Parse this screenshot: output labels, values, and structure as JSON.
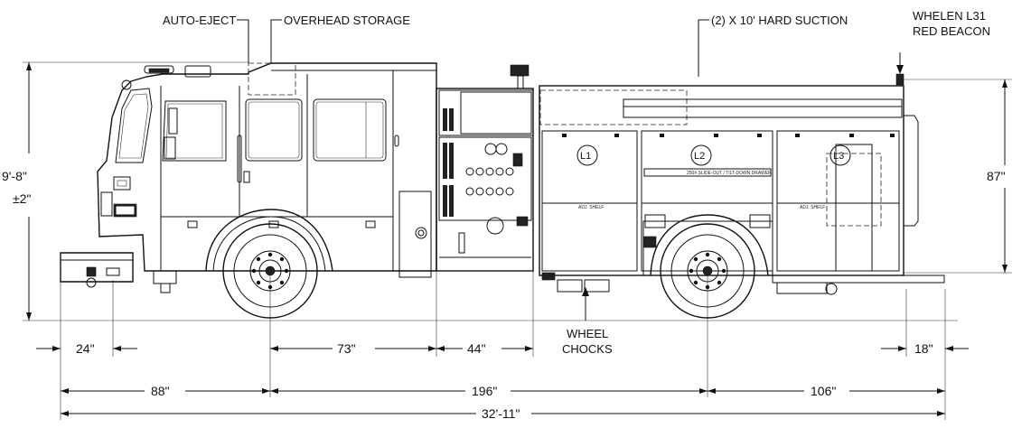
{
  "callouts": {
    "auto_eject": "AUTO-EJECT",
    "overhead_storage": "OVERHEAD STORAGE",
    "hard_suction": "(2) X 10' HARD SUCTION",
    "beacon_line1": "WHELEN L31",
    "beacon_line2": "RED BEACON",
    "wheel_chocks_line1": "WHEEL",
    "wheel_chocks_line2": "CHOCKS"
  },
  "dimensions": {
    "overall_height_line1": "9'-8\"",
    "overall_height_line2": "±2\"",
    "body_height": "87\"",
    "front_overhang": "24\"",
    "front_to_pump": "73\"",
    "pump_width": "44\"",
    "rear_overhang": "18\"",
    "bumper_to_front_axle": "88\"",
    "wheelbase": "196\"",
    "rear_axle_to_end": "106\"",
    "overall_length": "32'-11\""
  },
  "compartments": {
    "l1": "L1",
    "l2": "L2",
    "l3": "L3",
    "drawer": "250# SLIDE-OUT / TILT-DOWN DRAWER",
    "adj_shelf_1": "ADJ. SHELF",
    "adj_shelf_2": "ADJ. SHELF"
  }
}
